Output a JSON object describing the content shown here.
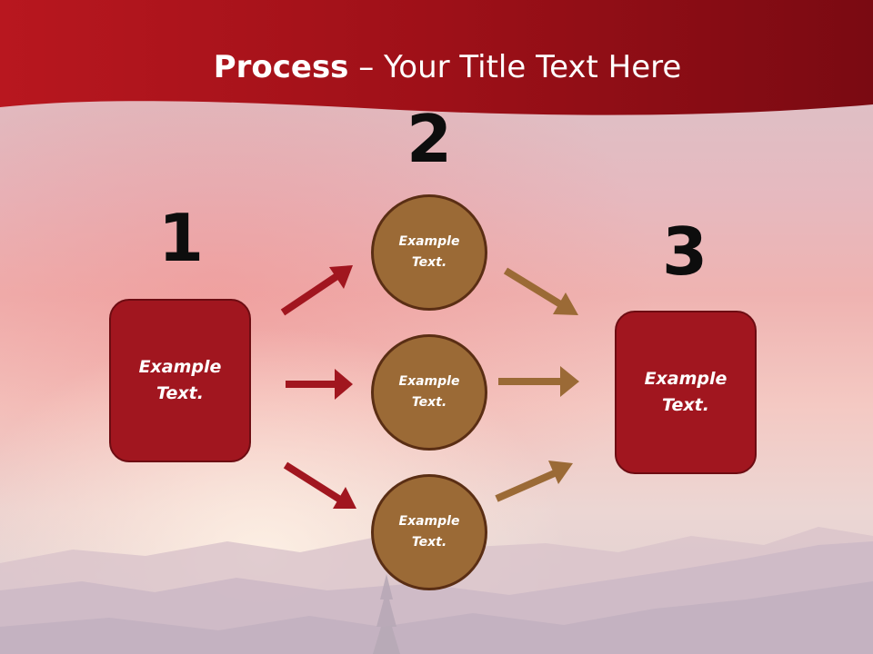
{
  "title": {
    "bold": "Process",
    "rest": " – Your Title Text Here"
  },
  "steps": {
    "one": {
      "number": "1",
      "label": "Example Text."
    },
    "two": {
      "number": "2"
    },
    "three": {
      "number": "3",
      "label": "Example Text."
    }
  },
  "circles": [
    {
      "label": "Example Text."
    },
    {
      "label": "Example Text."
    },
    {
      "label": "Example Text."
    }
  ],
  "colors": {
    "banner": "#a0141d",
    "box_fill": "#a1161f",
    "circle_fill": "#9b6a36",
    "arrow_left": "#a1161f",
    "arrow_right": "#9b6a36"
  }
}
